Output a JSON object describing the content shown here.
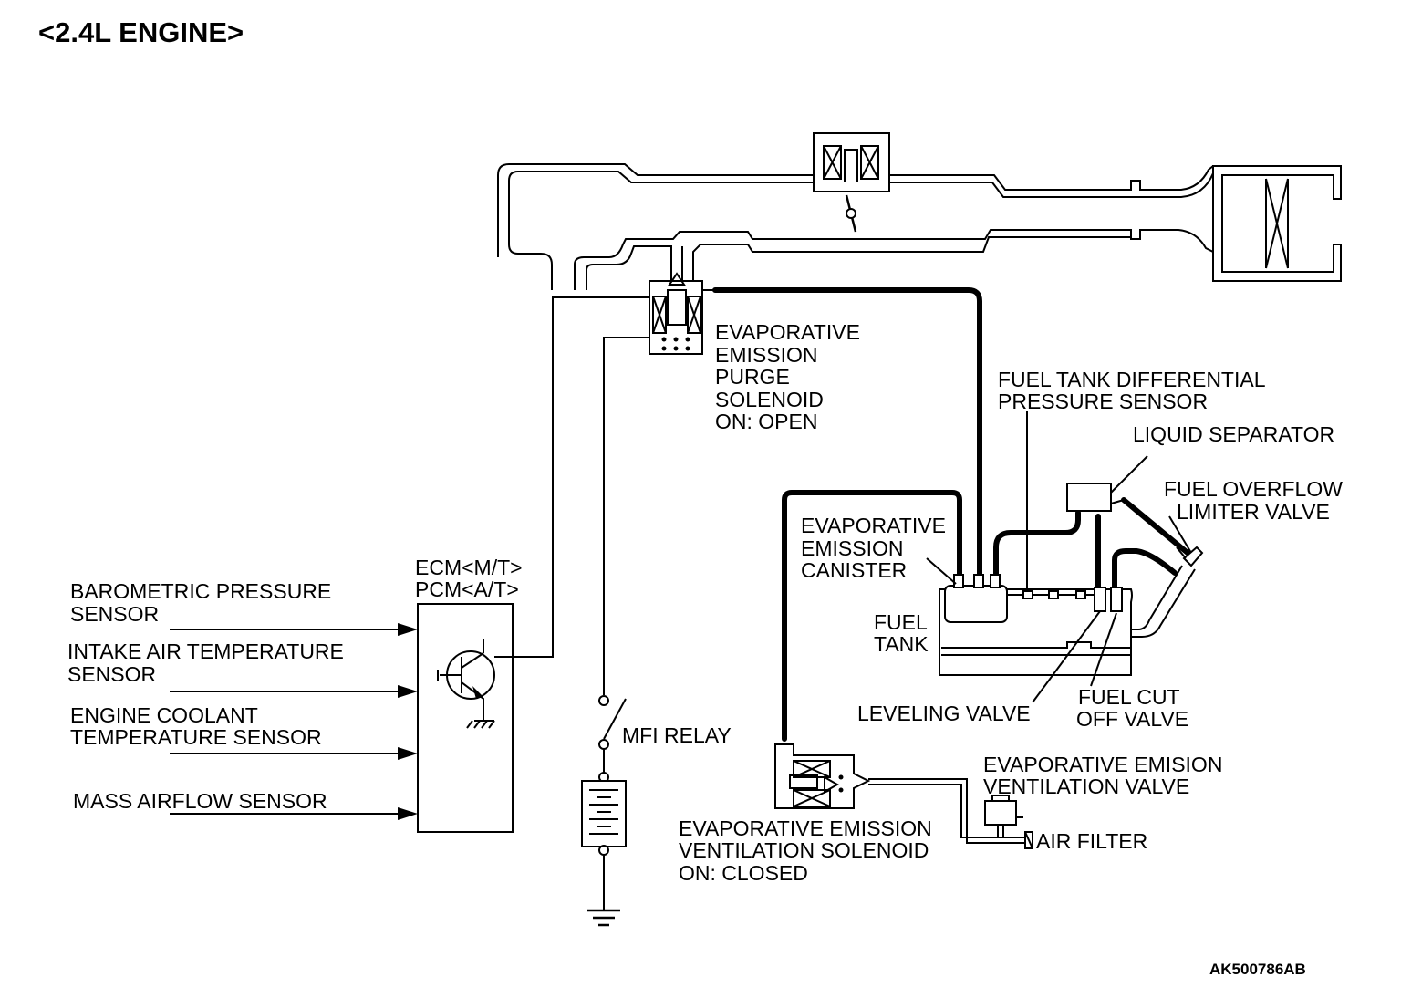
{
  "title": "<2.4L ENGINE>",
  "figure_code": "AK500786AB",
  "labels": {
    "purge_solenoid": [
      "EVAPORATIVE",
      "EMISSION",
      "PURGE",
      "SOLENOID",
      "ON: OPEN"
    ],
    "ftdp_sensor": [
      "FUEL TANK DIFFERENTIAL",
      "PRESSURE SENSOR"
    ],
    "liquid_separator": [
      "LIQUID SEPARATOR"
    ],
    "overflow_valve": [
      "FUEL OVERFLOW",
      "LIMITER VALVE"
    ],
    "canister": [
      "EVAPORATIVE",
      "EMISSION",
      "CANISTER"
    ],
    "fuel_tank": [
      "FUEL",
      "TANK"
    ],
    "ecm_pcm": [
      "ECM<M/T>",
      "PCM<A/T>"
    ],
    "baro_sensor": [
      "BAROMETRIC PRESSURE",
      "SENSOR"
    ],
    "iat_sensor": [
      "INTAKE AIR TEMPERATURE",
      "SENSOR"
    ],
    "ect_sensor": [
      "ENGINE COOLANT",
      "TEMPERATURE SENSOR"
    ],
    "maf_sensor": [
      "MASS AIRFLOW SENSOR"
    ],
    "mfi_relay": [
      "MFI RELAY"
    ],
    "leveling_valve": [
      "LEVELING VALVE"
    ],
    "fuel_cut_valve": [
      "FUEL CUT",
      "OFF VALVE"
    ],
    "vent_valve": [
      "EVAPORATIVE EMISION",
      "VENTILATION VALVE"
    ],
    "air_filter": [
      "AIR FILTER"
    ],
    "vent_solenoid": [
      "EVAPORATIVE EMISSION",
      "VENTILATION SOLENOID",
      "ON: CLOSED"
    ]
  }
}
